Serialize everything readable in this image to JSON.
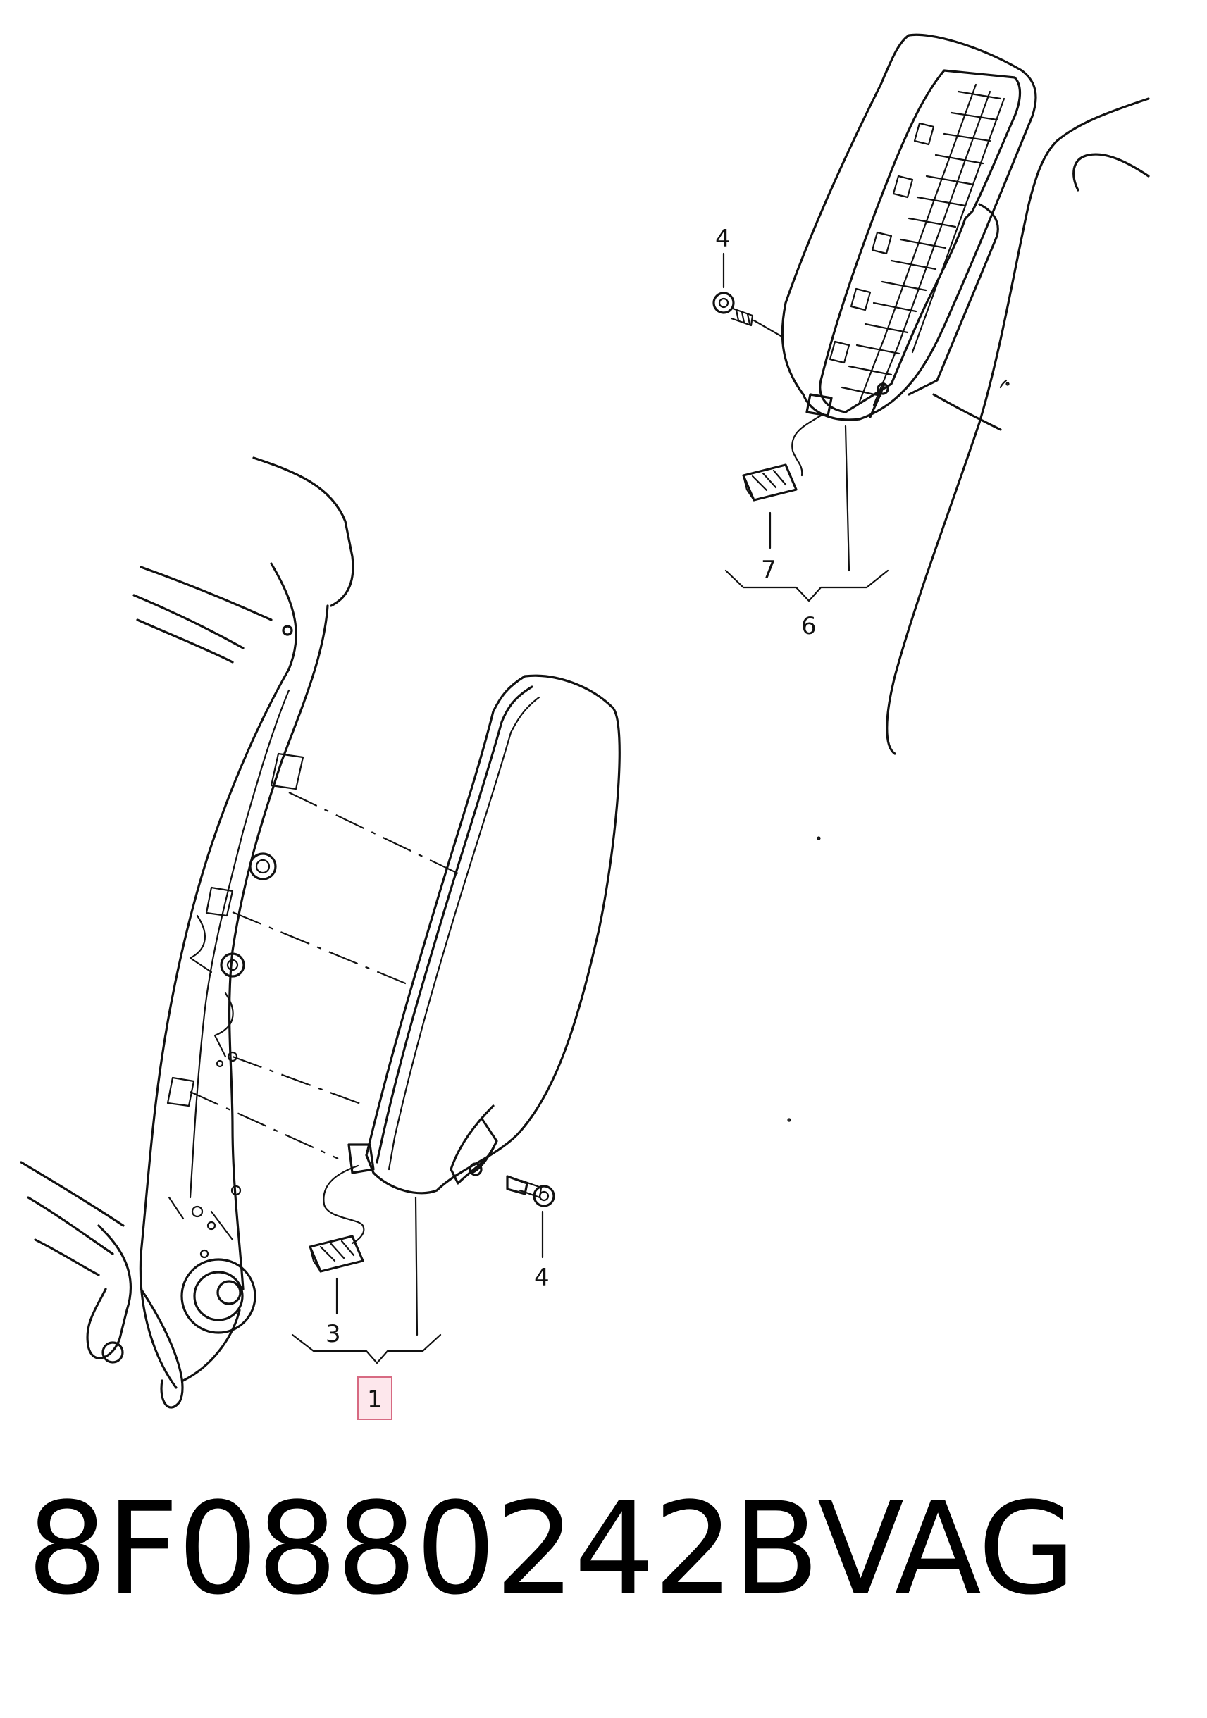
{
  "callouts": {
    "c1": "1",
    "c3": "3",
    "c4_lower": "4",
    "c4_upper": "4",
    "c6": "6",
    "c7": "7"
  },
  "footer": {
    "part_number": "8F0880242B",
    "brand": "VAG"
  },
  "colors": {
    "line": "#111111",
    "highlight_fill": "#fde7ec",
    "highlight_stroke": "#d76a82"
  }
}
